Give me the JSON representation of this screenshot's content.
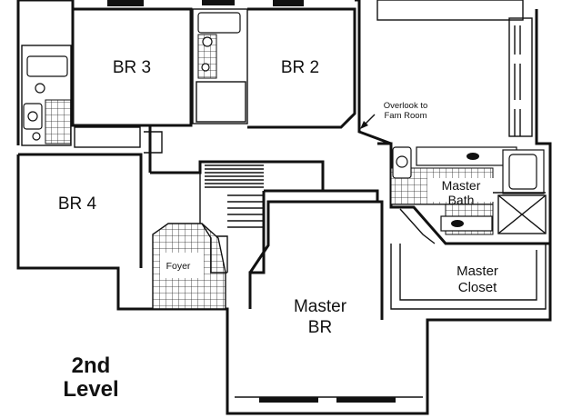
{
  "plan": {
    "level_title_line1": "2nd",
    "level_title_line2": "Level",
    "rooms": {
      "br3": "BR 3",
      "br2": "BR 2",
      "br4": "BR 4",
      "foyer": "Foyer",
      "master_br_line1": "Master",
      "master_br_line2": "BR",
      "master_bath_line1": "Master",
      "master_bath_line2": "Bath",
      "master_closet_line1": "Master",
      "master_closet_line2": "Closet"
    },
    "annotations": {
      "overlook_line1": "Overlook to",
      "overlook_line2": "Fam Room"
    }
  }
}
